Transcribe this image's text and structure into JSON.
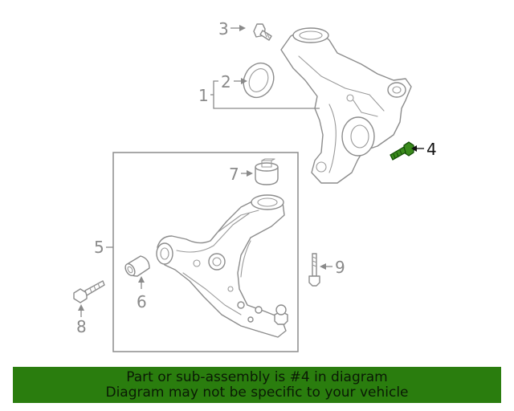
{
  "diagram": {
    "callouts": [
      "1",
      "2",
      "3",
      "4",
      "5",
      "6",
      "7",
      "8",
      "9"
    ],
    "highlight_color": "#3a8a1c",
    "highlighted_part": "4"
  },
  "banner": {
    "line1": "Part or sub-assembly is #4 in diagram",
    "line2": "Diagram may not be specific to your vehicle",
    "background": "#2a7d0e"
  }
}
